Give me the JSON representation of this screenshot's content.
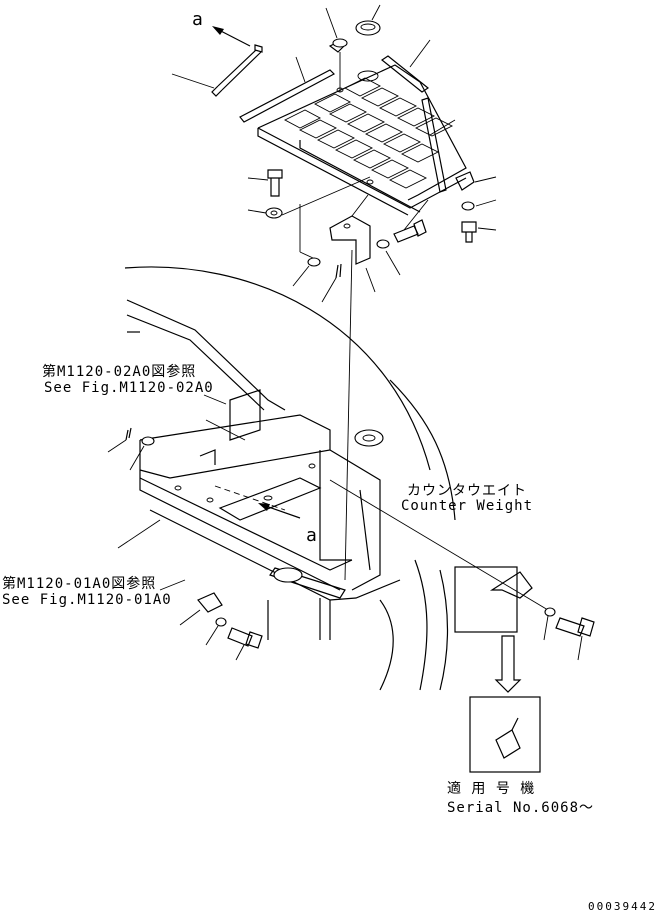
{
  "labels": {
    "arrow_a_top": "a",
    "arrow_a_mid": "a",
    "ref_top_jp": "第M1120-02A0図参照",
    "ref_top_en": "See Fig.M1120-02A0",
    "ref_bottom_jp": "第M1120-01A0図参照",
    "ref_bottom_en": "See Fig.M1120-01A0",
    "counterweight_jp": "カウンタウエイト",
    "counterweight_en": "Counter Weight",
    "serial_jp": "適 用 号 機",
    "serial_en": "Serial No.6068～",
    "drawing_no": "00039442"
  }
}
